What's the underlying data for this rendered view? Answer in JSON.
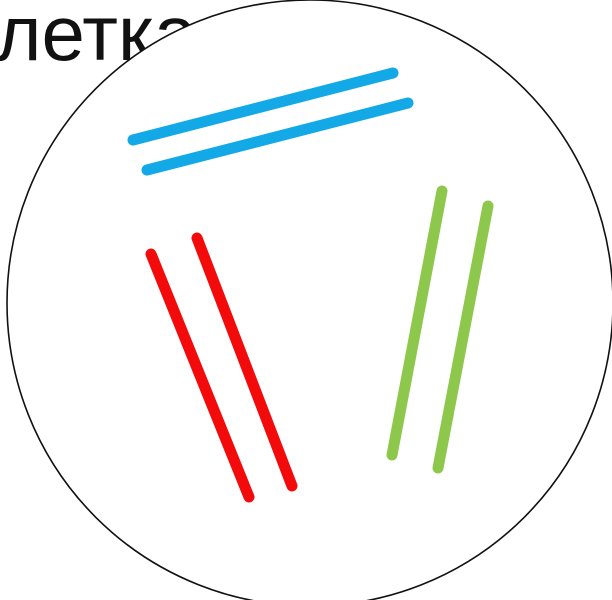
{
  "heading": {
    "text": "летка"
  },
  "cell": {
    "outline_color": "#111111",
    "fill_color": "#ffffff"
  },
  "chromosome_pairs": [
    {
      "name": "pair-blue",
      "color": "#12a9e6"
    },
    {
      "name": "pair-red",
      "color": "#f30a0a"
    },
    {
      "name": "pair-green",
      "color": "#8dc84c"
    }
  ]
}
